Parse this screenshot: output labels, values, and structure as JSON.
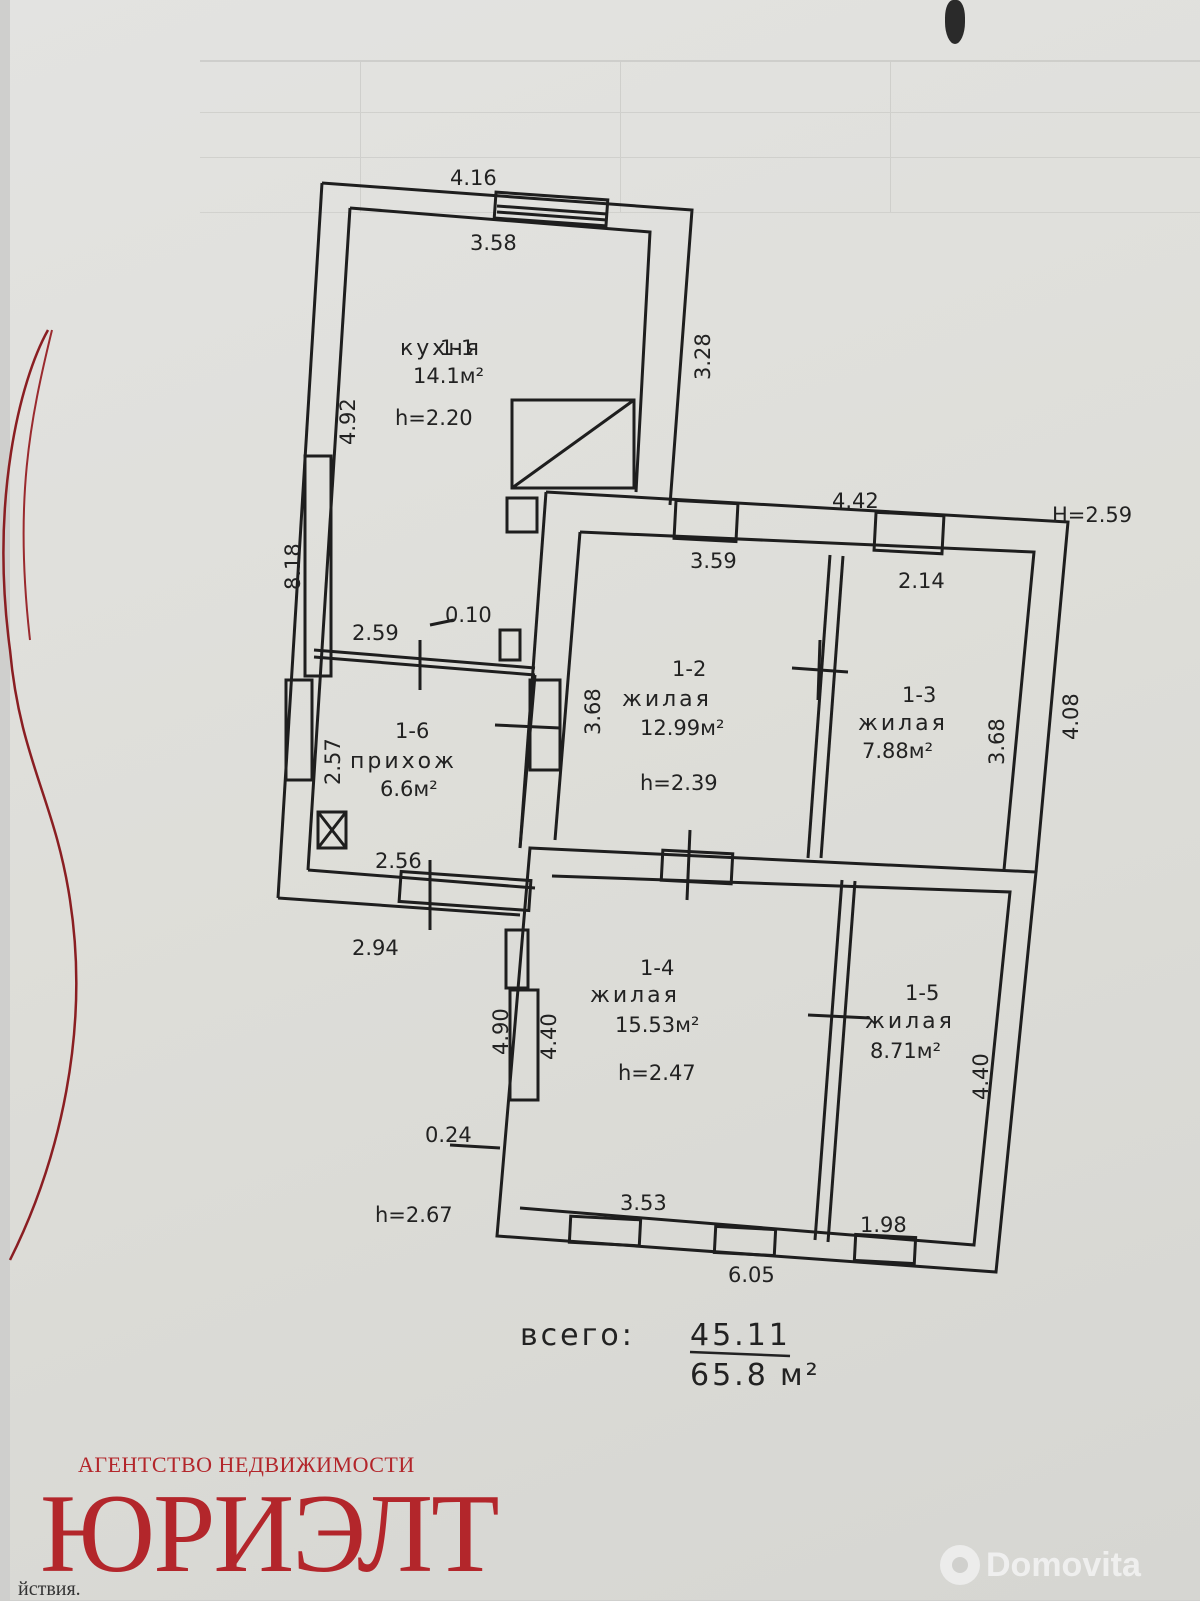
{
  "plan": {
    "rooms": [
      {
        "id": "1-1",
        "name": "кухня",
        "area": "14.1м²",
        "height": "h=2.20"
      },
      {
        "id": "1-2",
        "name": "жилая",
        "area": "12.99м²",
        "height": "h=2.39"
      },
      {
        "id": "1-3",
        "name": "жилая",
        "area": "7.88м²"
      },
      {
        "id": "1-4",
        "name": "жилая",
        "area": "15.53м²",
        "height": "h=2.47"
      },
      {
        "id": "1-5",
        "name": "жилая",
        "area": "8.71м²"
      },
      {
        "id": "1-6",
        "name": "прихож",
        "area": "6.6м²"
      }
    ],
    "dimensions": {
      "d416": "4.16",
      "d358": "3.58",
      "d328": "3.28",
      "d492": "4.92",
      "d818": "8.18",
      "d259": "2.59",
      "d010": "0.10",
      "d442": "4.42",
      "d359": "3.59",
      "d214": "2.14",
      "d368a": "3.68",
      "d368b": "3.68",
      "d408": "4.08",
      "d257": "2.57",
      "d256": "2.56",
      "d294": "2.94",
      "d490": "4.90",
      "d440a": "4.40",
      "d440b": "4.40",
      "d024": "0.24",
      "d353": "3.53",
      "d198": "1.98",
      "d605": "6.05"
    },
    "heights": {
      "main": "H=2.59",
      "low": "h=2.67"
    },
    "total": {
      "label": "всего:",
      "living": "45.11",
      "overall": "65.8",
      "unit": "м²"
    }
  },
  "brand": {
    "subtitle": "АГЕНТСТВО НЕДВИЖИМОСТИ",
    "name": "ЮРИЭЛТ",
    "color": "#b3262b"
  },
  "bottom_text": "йствия.",
  "watermark": {
    "text": "Domovita"
  }
}
